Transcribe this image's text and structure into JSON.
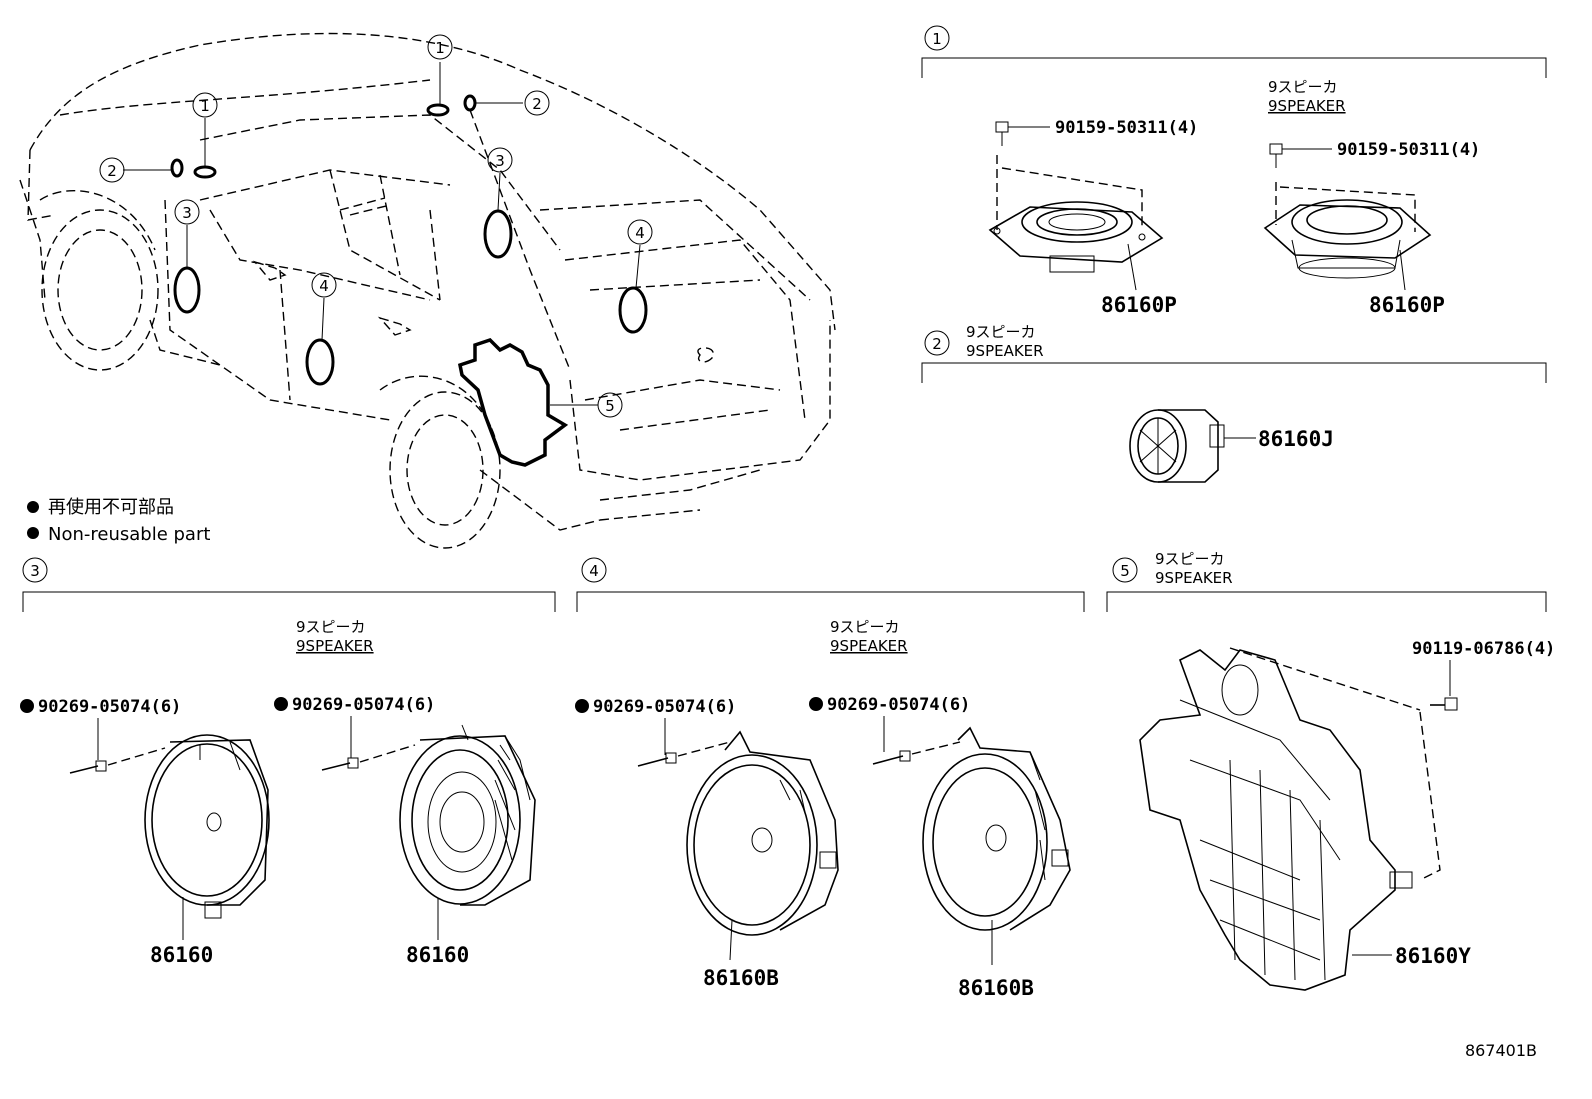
{
  "legend": {
    "items": [
      {
        "text": "再使用不可部品"
      },
      {
        "text": "Non-reusable part"
      }
    ]
  },
  "callouts": {
    "c1": "1",
    "c2": "2",
    "c3": "3",
    "c4": "4",
    "c5": "5"
  },
  "sections": {
    "s1": {
      "number": "1",
      "name_jp": "9スピーカ",
      "name_en": "9SPEAKER",
      "bolt_a": "90159-50311(4)",
      "bolt_b": "90159-50311(4)",
      "part_a": "86160P",
      "part_b": "86160P"
    },
    "s2": {
      "number": "2",
      "name_jp": "9スピーカ",
      "name_en": "9SPEAKER",
      "part": "86160J"
    },
    "s3": {
      "number": "3",
      "name_jp": "9スピーカ",
      "name_en": "9SPEAKER",
      "rivet_a": "90269-05074(6)",
      "rivet_b": "90269-05074(6)",
      "part_a": "86160",
      "part_b": "86160"
    },
    "s4": {
      "number": "4",
      "name_jp": "9スピーカ",
      "name_en": "9SPEAKER",
      "rivet_a": "90269-05074(6)",
      "rivet_b": "90269-05074(6)",
      "part_a": "86160B",
      "part_b": "86160B"
    },
    "s5": {
      "number": "5",
      "name_jp": "9スピーカ",
      "name_en": "9SPEAKER",
      "bolt": "90119-06786(4)",
      "part": "86160Y"
    }
  },
  "diagram_id": "867401B"
}
